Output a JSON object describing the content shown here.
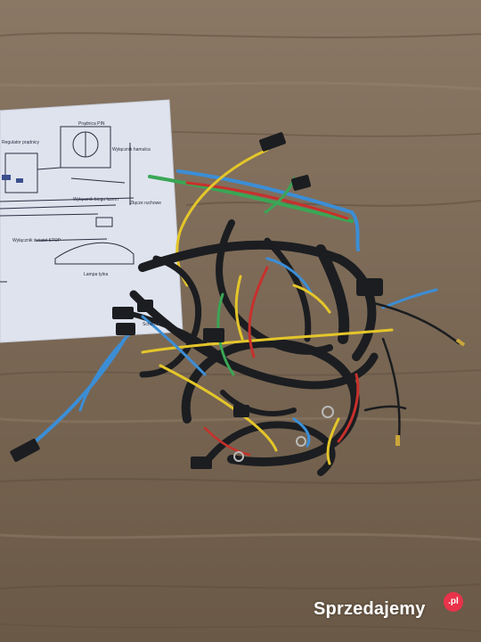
{
  "colors": {
    "wood_dark": "#6b5a48",
    "wood_light": "#8c7a66",
    "paper": "#dfe3ee",
    "ink": "#2a2f40",
    "cable_black": "#1b1d20",
    "wire_yellow": "#e4c62a",
    "wire_blue": "#3b8ed6",
    "wire_green": "#3aa655",
    "wire_red": "#c8302c",
    "watermark_badge": "#e8334a"
  },
  "diagram": {
    "labels": [
      "Prądnica PIN",
      "Regulator prądnicy",
      "Wyłącznik hamulca",
      "Wyłącznik biegu luzem",
      "Złącze ruchowe",
      "Wyłącznik świateł STOP",
      "Lampa tylna",
      "Schemat"
    ]
  },
  "watermark": {
    "text": "Sprzedajemy",
    "badge": ".pl"
  }
}
